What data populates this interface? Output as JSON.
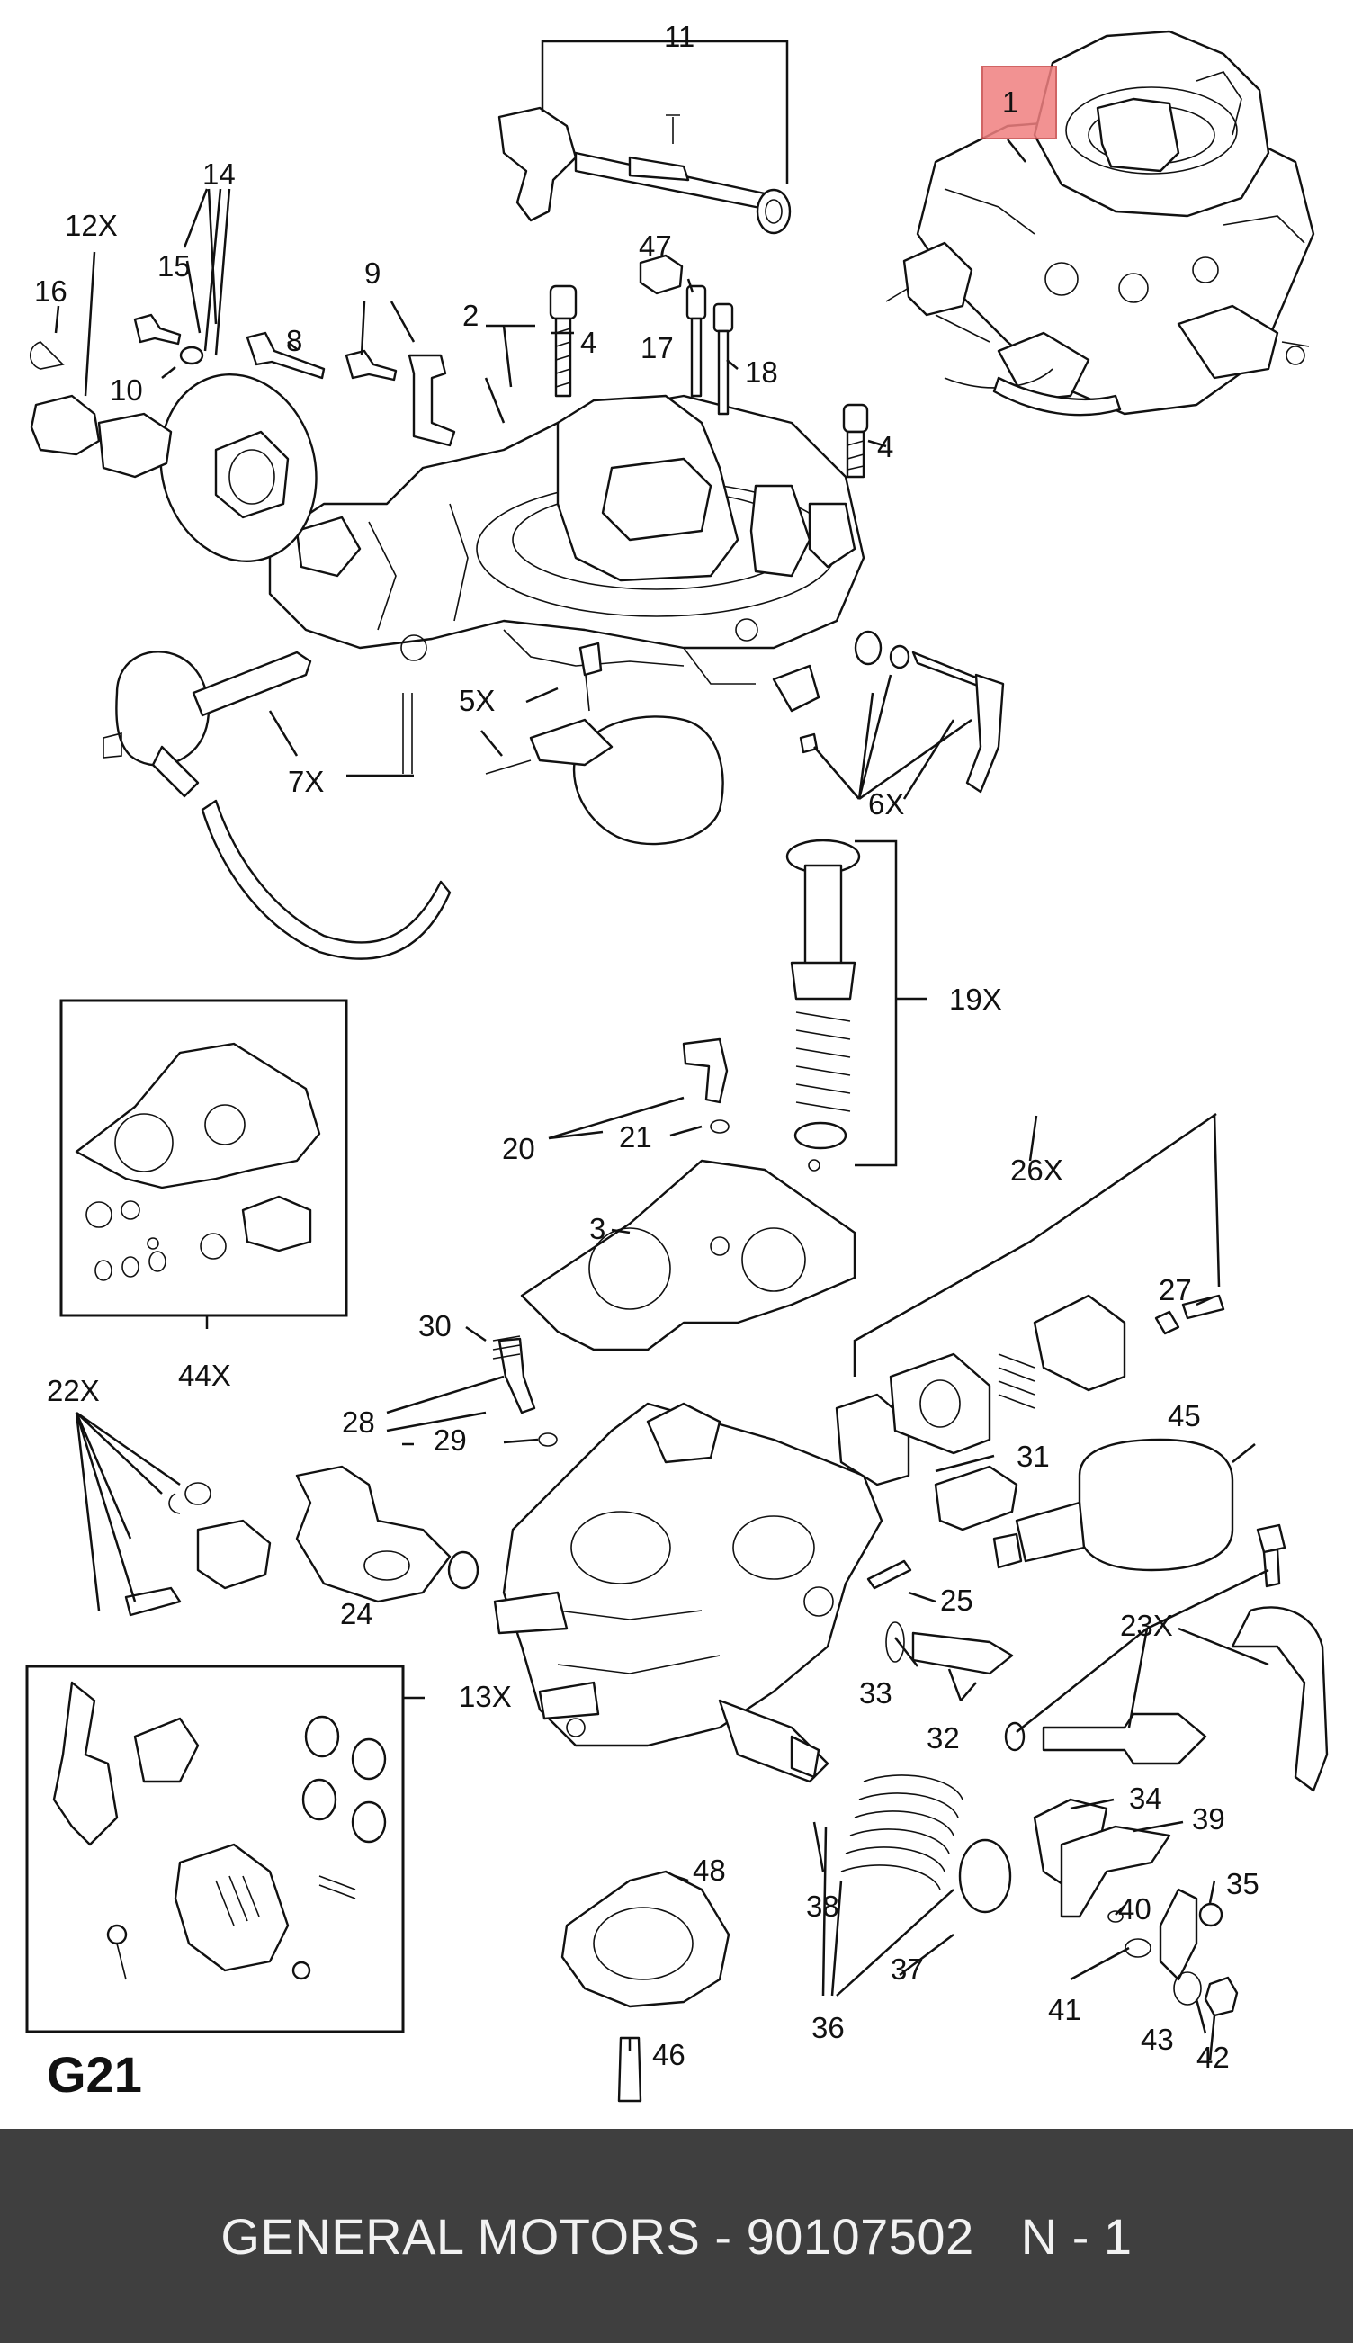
{
  "diagram": {
    "code": "G21",
    "highlight_color": "#f08080",
    "callouts": [
      "1",
      "2",
      "3",
      "4",
      "4",
      "5X",
      "6X",
      "7X",
      "8",
      "9",
      "10",
      "11",
      "12X",
      "13X",
      "14",
      "15",
      "16",
      "17",
      "18",
      "19X",
      "20",
      "21",
      "22X",
      "23X",
      "24",
      "25",
      "26X",
      "27",
      "28",
      "29",
      "30",
      "31",
      "32",
      "33",
      "34",
      "35",
      "36",
      "37",
      "38",
      "39",
      "40",
      "41",
      "42",
      "43",
      "44X",
      "45",
      "46",
      "47",
      "48"
    ]
  },
  "footer": {
    "brand_part": "GENERAL MOTORS - 90107502",
    "quantity": "N - 1"
  }
}
